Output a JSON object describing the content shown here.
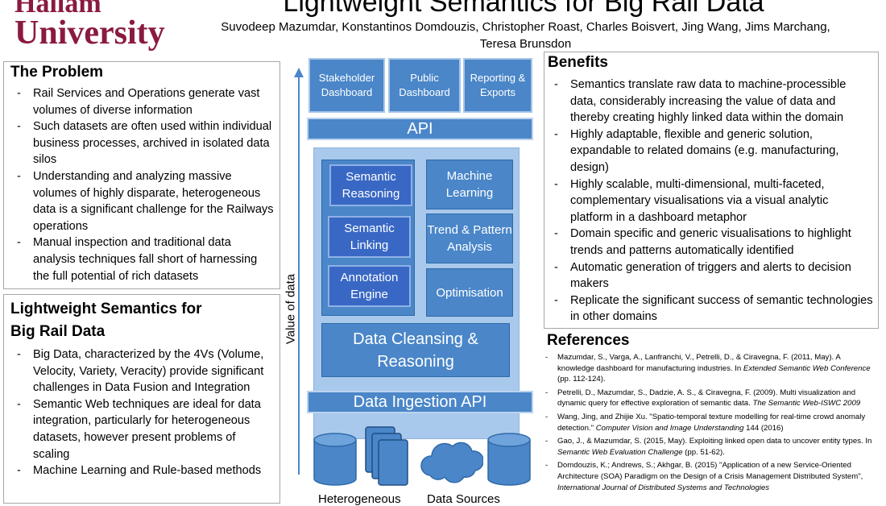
{
  "logo": {
    "line1": "Hallam",
    "line2": "University"
  },
  "poster_title": "Lightweight Semantics for Big Rail Data",
  "authors": "Suvodeep Mazumdar, Konstantinos Domdouzis, Christopher Roast, Charles Boisvert, Jing Wang, Jims Marchang, Teresa Brunsdon",
  "problem": {
    "heading": "The Problem",
    "items": [
      "Rail Services and Operations generate vast volumes of diverse information",
      "Such datasets are often used within individual business processes, archived in isolated data silos",
      "Understanding and analyzing massive volumes of highly disparate, heterogeneous data is a significant challenge for the Railways operations",
      "Manual inspection and traditional data analysis techniques fall short of harnessing the full potential of rich datasets"
    ]
  },
  "lightweight": {
    "heading_line1": "Lightweight Semantics for",
    "heading_line2": "Big Rail Data",
    "items": [
      "Big Data, characterized by the 4Vs (Volume, Velocity, Variety, Veracity) provide significant challenges in Data Fusion and Integration",
      "Semantic Web techniques are ideal for data integration, particularly for heterogeneous datasets, however present problems of scaling",
      "Machine Learning and Rule-based methods"
    ]
  },
  "architecture": {
    "axis_label": "Value of data",
    "top_boxes": [
      "Stakeholder Dashboard",
      "Public Dashboard",
      "Reporting & Exports"
    ],
    "api": "API",
    "modules_left": [
      "Semantic Reasoning",
      "Semantic Linking",
      "Annotation Engine"
    ],
    "modules_right": [
      "Machine Learning",
      "Trend & Pattern Analysis",
      "Optimisation"
    ],
    "cleansing": "Data Cleansing & Reasoning",
    "ingestion": "Data Ingestion API",
    "bottom_label_1": "Heterogeneous",
    "bottom_label_2": "Data Sources"
  },
  "benefits": {
    "heading": "Benefits",
    "items": [
      "Semantics translate raw data to machine-processible data, considerably increasing the value of data and thereby creating highly linked data within the domain",
      "Highly adaptable, flexible and generic solution, expandable to related domains (e.g. manufacturing, design)",
      "Highly scalable, multi-dimensional, multi-faceted, complementary visualisations via a visual analytic platform in a dashboard metaphor",
      "Domain specific and generic visualisations to highlight trends and patterns automatically identified",
      "Automatic generation of triggers and alerts to decision makers",
      "Replicate the significant success of semantic technologies in other domains"
    ]
  },
  "references": {
    "heading": "References",
    "items": [
      {
        "text": "Mazumdar, S., Varga, A., Lanfranchi, V., Petrelli, D., & Ciravegna, F. (2011, May). A knowledge dashboard for manufacturing industries. In ",
        "italic": "Extended Semantic Web Conference",
        "tail": " (pp. 112-124)."
      },
      {
        "text": "Petrelli, D., Mazumdar, S., Dadzie, A. S., & Ciravegna, F. (2009). Multi visualization and dynamic query for effective exploration of semantic data. ",
        "italic": "The Semantic Web-ISWC 2009",
        "tail": ""
      },
      {
        "text": "Wang, Jing, and Zhijie Xu. \"Spatio-temporal texture modelling for real-time crowd anomaly detection.\" ",
        "italic": "Computer Vision and Image Understanding",
        "tail": " 144 (2016)"
      },
      {
        "text": "Gao, J., & Mazumdar, S. (2015, May). Exploiting linked open data to uncover entity types. In ",
        "italic": "Semantic Web Evaluation Challenge",
        "tail": " (pp. 51-62)."
      },
      {
        "text": "Domdouzis, K.; Andrews, S.; Akhgar, B. (2015) \"Application of a new Service-Oriented Architecture (SOA) Paradigm on the Design of a Crisis Management Distributed System\", ",
        "italic": "International Journal of Distributed Systems and Technologies",
        "tail": ""
      }
    ]
  },
  "colors": {
    "logo": "#8b1a3f",
    "block": "#4a86c8",
    "dark_block": "#3968c4",
    "panel": "#a9c9ec"
  }
}
